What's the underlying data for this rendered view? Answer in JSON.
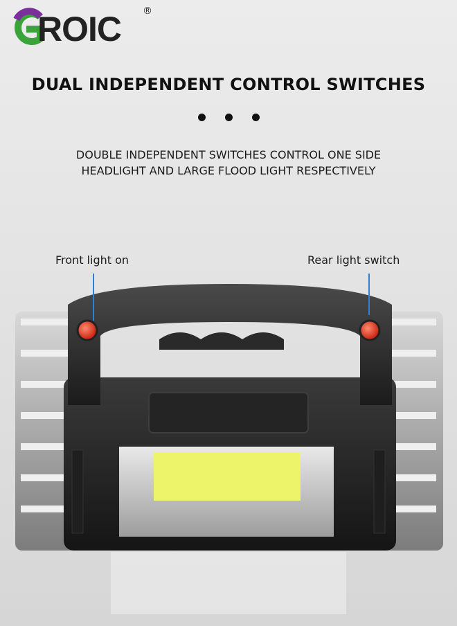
{
  "brand": {
    "name": "ROIC",
    "registered_mark": "®",
    "logo_icon": "green-purple-g-icon",
    "colors": {
      "green": "#3aa33a",
      "purple": "#7b2f9a",
      "dark": "#222222"
    }
  },
  "headline": "DUAL INDEPENDENT CONTROL SWITCHES",
  "subheadline": {
    "line1": "DOUBLE INDEPENDENT SWITCHES CONTROL ONE SIDE",
    "line2": "HEADLIGHT AND LARGE FLOOD LIGHT RESPECTIVELY"
  },
  "callouts": {
    "front": "Front light on",
    "rear": "Rear light switch",
    "leader_color": "#2f7fd4"
  },
  "product": {
    "switch_color": "#e8341c",
    "cob_panel_color": "#eef46a"
  }
}
